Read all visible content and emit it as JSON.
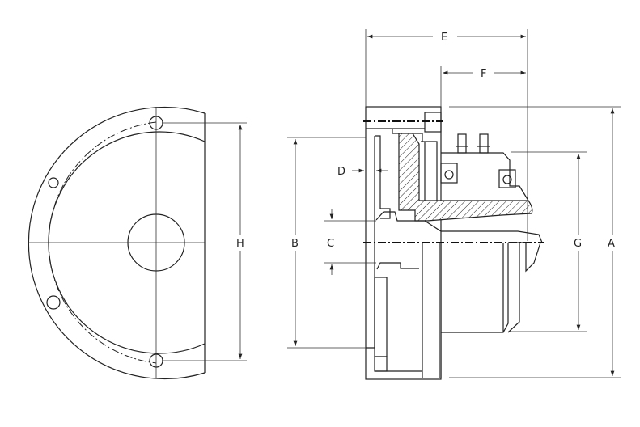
{
  "drawing": {
    "dimension_labels": {
      "A": "A",
      "B": "B",
      "C": "C",
      "D": "D",
      "E": "E",
      "F": "F",
      "G": "G",
      "H": "H"
    }
  }
}
